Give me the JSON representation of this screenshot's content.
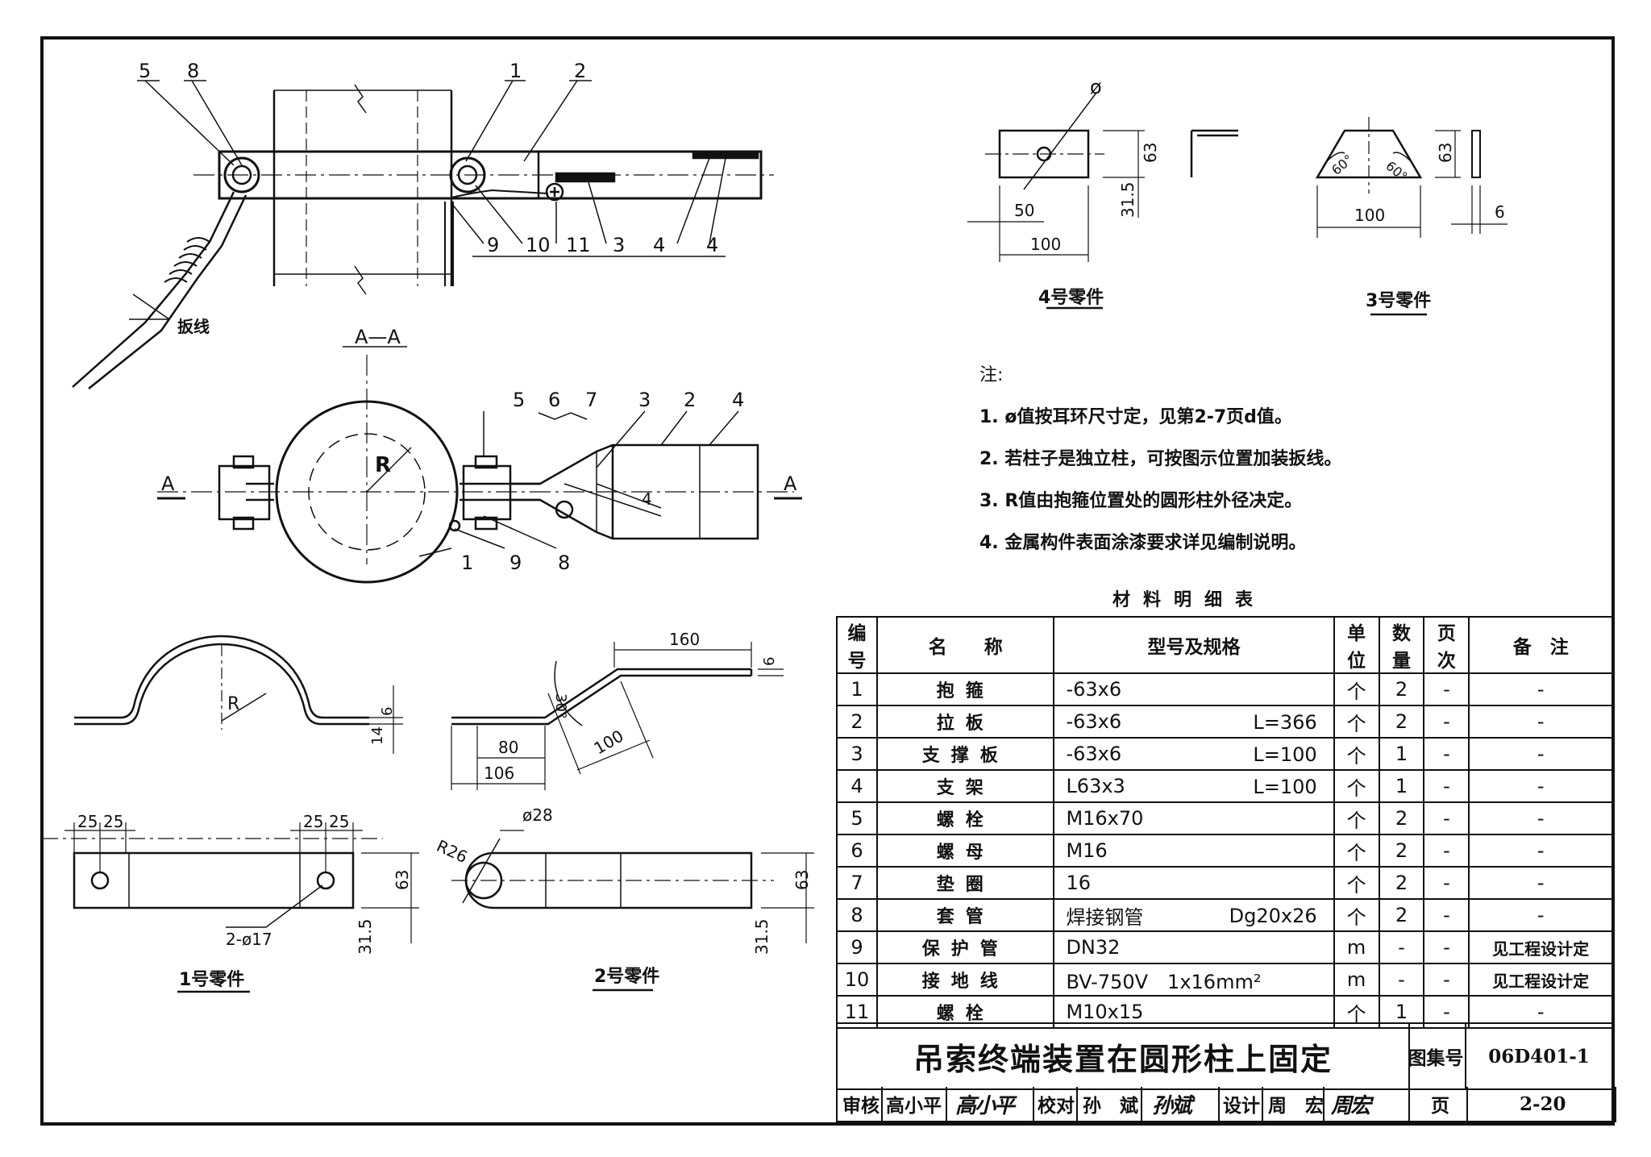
{
  "drawing": {
    "section_labels": {
      "a_a": "A—A",
      "a_left": "A",
      "a_right": "A"
    },
    "callouts_top": [
      "5",
      "8",
      "1",
      "2",
      "9",
      "10",
      "11",
      "3",
      "4",
      "4"
    ],
    "weld_mark": "4",
    "wire_label": "扳线",
    "callouts_mid": [
      "5",
      "6",
      "7",
      "3",
      "2",
      "4",
      "1",
      "9",
      "8"
    ],
    "radius_label": "R",
    "part4": {
      "caption": "4号零件",
      "phi": "ø",
      "d63": "63",
      "d31_5": "31.5",
      "d50": "50",
      "d100": "100"
    },
    "part3": {
      "caption": "3号零件",
      "d63": "63",
      "d100": "100",
      "d6": "6",
      "a60a": "60°",
      "a60b": "60°"
    },
    "part1": {
      "caption": "1号零件",
      "r": "R",
      "d6": "6",
      "d14": "14",
      "d25a": "25",
      "d25b": "25",
      "d25c": "25",
      "d25d": "25",
      "holes": "2-ø17",
      "d63": "63",
      "d31_5": "31.5"
    },
    "part2": {
      "caption": "2号零件",
      "d160": "160",
      "d6": "6",
      "a30": "30°",
      "d100": "100",
      "d80": "80",
      "d106": "106",
      "d28": "ø28",
      "r26": "R26",
      "d63": "63",
      "d31_5": "31.5"
    }
  },
  "notes": {
    "title": "注:",
    "items": [
      "1. ø值按耳环尺寸定，见第2-7页d值。",
      "2. 若柱子是独立柱，可按图示位置加装扳线。",
      "3. R值由抱箍位置处的圆形柱外径决定。",
      "4. 金属构件表面涂漆要求详见编制说明。"
    ]
  },
  "bom": {
    "title": "材料明细表",
    "headers": {
      "no": "编号",
      "name": "名　　称",
      "spec": "型号及规格",
      "unit": "单位",
      "qty": "数量",
      "page": "页次",
      "remark": "备　注"
    },
    "rows": [
      {
        "no": "1",
        "name": "抱箍",
        "spec": "-63x6",
        "len": "",
        "unit": "个",
        "qty": "2",
        "page": "-",
        "remark": "-"
      },
      {
        "no": "2",
        "name": "拉板",
        "spec": "-63x6",
        "len": "L=366",
        "unit": "个",
        "qty": "2",
        "page": "-",
        "remark": "-"
      },
      {
        "no": "3",
        "name": "支撑板",
        "spec": "-63x6",
        "len": "L=100",
        "unit": "个",
        "qty": "1",
        "page": "-",
        "remark": "-"
      },
      {
        "no": "4",
        "name": "支架",
        "spec": "L63x3",
        "len": "L=100",
        "unit": "个",
        "qty": "1",
        "page": "-",
        "remark": "-"
      },
      {
        "no": "5",
        "name": "螺栓",
        "spec": "M16x70",
        "len": "",
        "unit": "个",
        "qty": "2",
        "page": "-",
        "remark": "-"
      },
      {
        "no": "6",
        "name": "螺母",
        "spec": "M16",
        "len": "",
        "unit": "个",
        "qty": "2",
        "page": "-",
        "remark": "-"
      },
      {
        "no": "7",
        "name": "垫圈",
        "spec": "16",
        "len": "",
        "unit": "个",
        "qty": "2",
        "page": "-",
        "remark": "-"
      },
      {
        "no": "8",
        "name": "套管",
        "spec": "焊接钢管",
        "len": "Dg20x26",
        "unit": "个",
        "qty": "2",
        "page": "-",
        "remark": "-"
      },
      {
        "no": "9",
        "name": "保护管",
        "spec": "DN32",
        "len": "",
        "unit": "m",
        "qty": "-",
        "page": "-",
        "remark": "见工程设计定"
      },
      {
        "no": "10",
        "name": "接地线",
        "spec": "BV-750V　1x16mm²",
        "len": "",
        "unit": "m",
        "qty": "-",
        "page": "-",
        "remark": "见工程设计定"
      },
      {
        "no": "11",
        "name": "螺栓",
        "spec": "M10x15",
        "len": "",
        "unit": "个",
        "qty": "1",
        "page": "-",
        "remark": "-"
      }
    ]
  },
  "titleblock": {
    "title": "吊索终端装置在圆形柱上固定",
    "atlas_label": "图集号",
    "atlas_no": "06D401-1",
    "review_label": "审核",
    "reviewer": "高小平",
    "reviewer_sig": "高小平",
    "check_label": "校对",
    "checker": "孙　斌",
    "checker_sig": "孙斌",
    "design_label": "设计",
    "designer": "周　宏",
    "designer_sig": "周宏",
    "page_label": "页",
    "page_no": "2-20"
  }
}
